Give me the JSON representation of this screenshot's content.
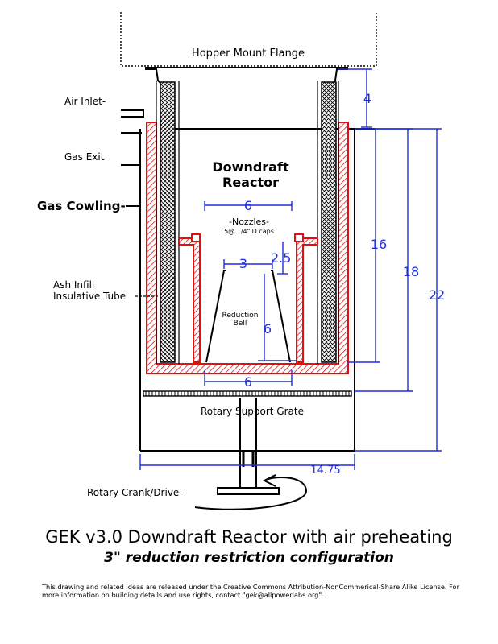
{
  "labels": {
    "hopper_flange": "Hopper Mount Flange",
    "air_inlet": "Air Inlet-",
    "gas_exit": "Gas Exit",
    "gas_cowling": "Gas Cowling-",
    "reactor_line1": "Downdraft",
    "reactor_line2": "Reactor",
    "nozzles": "-Nozzles-",
    "nozzles_spec": "5@ 1/4\"ID caps",
    "ash_line1": "Ash Infill",
    "ash_line2": "Insulative Tube",
    "bell_line1": "Reduction",
    "bell_line2": "Bell",
    "grate": "Rotary Support Grate",
    "crank": "Rotary Crank/Drive -"
  },
  "dimensions": {
    "flange": "4",
    "top_width": "6",
    "bell_top": "3",
    "nozzle_gap": "2.5",
    "bell_height": "6",
    "bottom_width": "6",
    "outer_16": "16",
    "outer_18": "18",
    "outer_22": "22",
    "overall_width": "14.75"
  },
  "title": "GEK v3.0 Downdraft Reactor with air preheating",
  "subtitle": "3\" reduction restriction configuration",
  "footer": "This drawing and related ideas are released under the Creative Commons Attribution-NonCommerical-Share Alike License.  For more information on building details and use rights, contact \"gek@allpowerlabs.org\".",
  "colors": {
    "dimension_blue": "#1f2de0",
    "cowling_red": "#e01010"
  }
}
